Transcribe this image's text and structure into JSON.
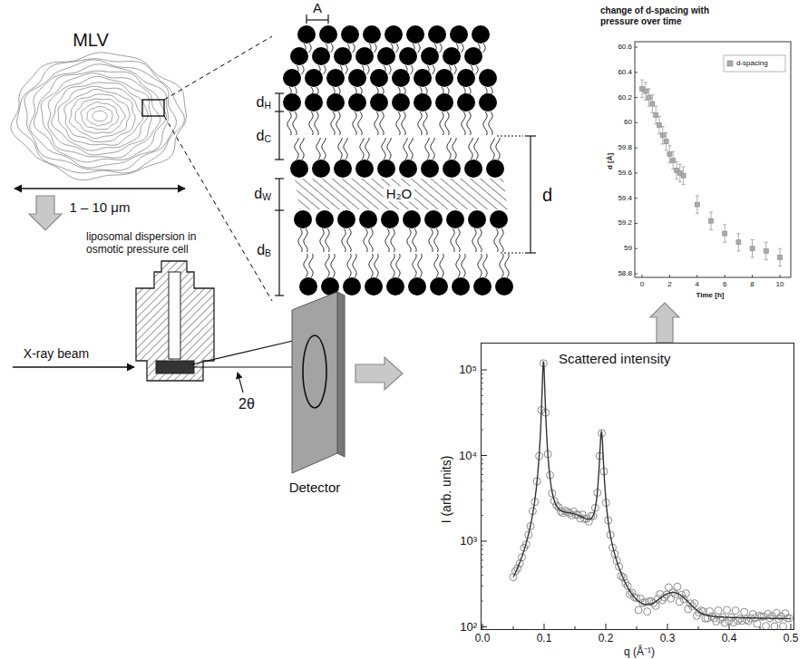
{
  "diagram": {
    "nodes": [
      {
        "text": [
          "change of d-spacing with pressure over time"
        ]
      },
      {
        "text": [
          "Scattered intensity"
        ]
      }
    ],
    "edges": [
      {
        "from": 1,
        "to": 0,
        "arrow": "to"
      }
    ],
    "labels": [
      "MLV",
      "1 – 10 μm",
      "A",
      "dH",
      "dC",
      "dW",
      "H₂O",
      "d",
      "dB",
      "liposomal dispersion in osmotic pressure cell",
      "X-ray beam",
      "2θ",
      "Detector",
      "d [Å]",
      "Time [h]",
      "60.6",
      "60.4",
      "60.2",
      "60",
      "59.8",
      "59.6",
      "59.4",
      "59.2",
      "59",
      "58.8",
      "0",
      "2",
      "4",
      "6",
      "8",
      "10",
      "10⁵",
      "10⁴",
      "10³",
      "10²",
      "0.0",
      "0.1",
      "0.2",
      "0.3",
      "0.4",
      "0.5",
      "I (arb. units)",
      "q (Å⁻¹)"
    ],
    "legend": [
      {
        "text": "d-spacing"
      }
    ]
  }
}
